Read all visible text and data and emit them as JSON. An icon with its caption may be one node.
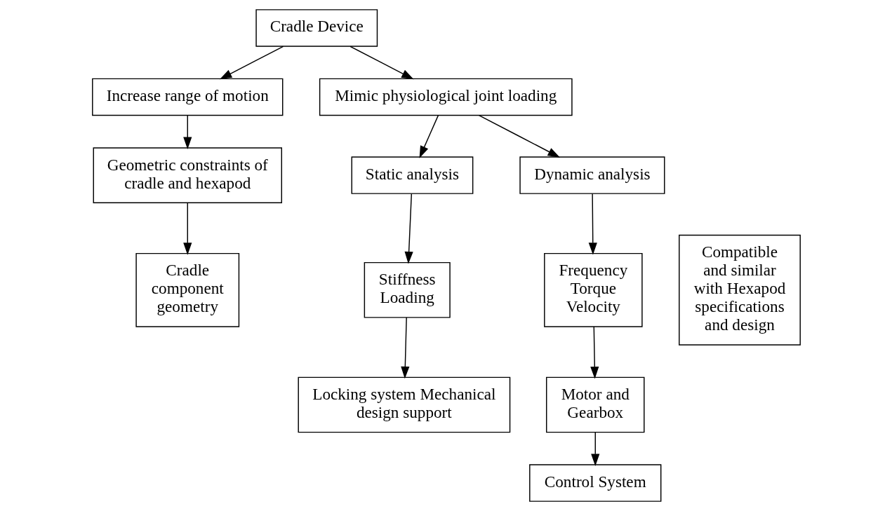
{
  "diagram": {
    "nodes": [
      {
        "text": [
          "Cradle Device"
        ]
      },
      {
        "text": [
          "Increase range of motion"
        ]
      },
      {
        "text": [
          "Mimic physiological joint loading"
        ]
      },
      {
        "text": [
          "Geometric constraints of cradle and hexapod"
        ]
      },
      {
        "text": [
          "Static analysis"
        ]
      },
      {
        "text": [
          "Dynamic analysis"
        ]
      },
      {
        "text": [
          "Compatible and similar with Hexapod specifications and design"
        ]
      },
      {
        "text": [
          "Stiffness Loading"
        ]
      },
      {
        "text": [
          "Frequency Torque Velocity"
        ]
      },
      {
        "text": [
          "Cradle component geometry"
        ]
      },
      {
        "text": [
          "Locking system Mechanical design support"
        ]
      },
      {
        "text": [
          "Motor and Gearbox"
        ]
      },
      {
        "text": [
          "Control System"
        ]
      }
    ],
    "edges": [
      {
        "from": 0,
        "to": 1,
        "arrow": "to"
      },
      {
        "from": 0,
        "to": 2,
        "arrow": "to"
      },
      {
        "from": 1,
        "to": 3,
        "arrow": "to"
      },
      {
        "from": 2,
        "to": 4,
        "arrow": "to"
      },
      {
        "from": 2,
        "to": 5,
        "arrow": "to"
      },
      {
        "from": 3,
        "to": 9,
        "arrow": "to"
      },
      {
        "from": 4,
        "to": 7,
        "arrow": "to"
      },
      {
        "from": 5,
        "to": 8,
        "arrow": "to"
      },
      {
        "from": 7,
        "to": 10,
        "arrow": "to"
      },
      {
        "from": 8,
        "to": 11,
        "arrow": "to"
      },
      {
        "from": 11,
        "to": 12,
        "arrow": "to"
      }
    ]
  }
}
